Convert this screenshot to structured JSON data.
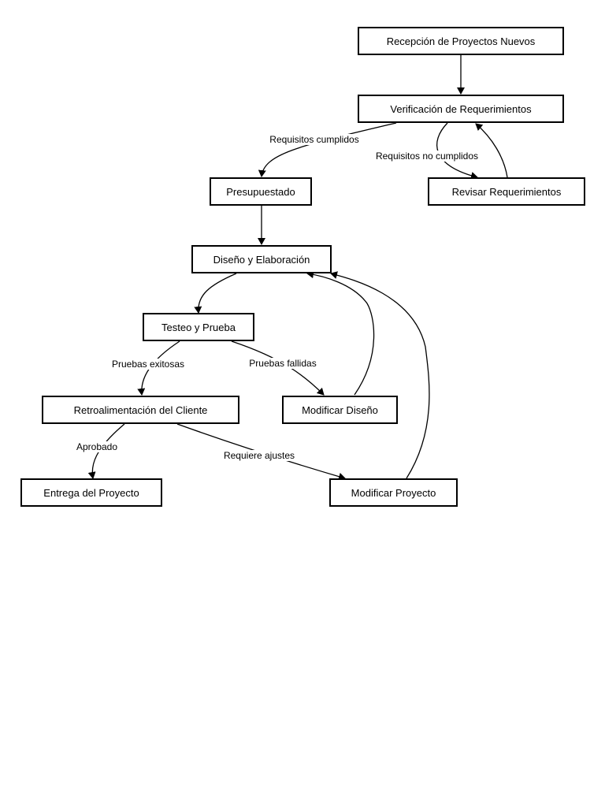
{
  "nodes": {
    "recepcion": "Recepción de Proyectos Nuevos",
    "verificacion": "Verificación de Requerimientos",
    "presupuestado": "Presupuestado",
    "revisar": "Revisar Requerimientos",
    "diseno": "Diseño y Elaboración",
    "testeo": "Testeo y Prueba",
    "retro": "Retroalimentación del Cliente",
    "modificar_diseno": "Modificar Diseño",
    "entrega": "Entrega del Proyecto",
    "modificar_proyecto": "Modificar Proyecto"
  },
  "edges": {
    "requisitos_cumplidos": "Requisitos cumplidos",
    "requisitos_no_cumplidos": "Requisitos no cumplidos",
    "pruebas_exitosas": "Pruebas exitosas",
    "pruebas_fallidas": "Pruebas fallidas",
    "aprobado": "Aprobado",
    "requiere_ajustes": "Requiere ajustes"
  }
}
